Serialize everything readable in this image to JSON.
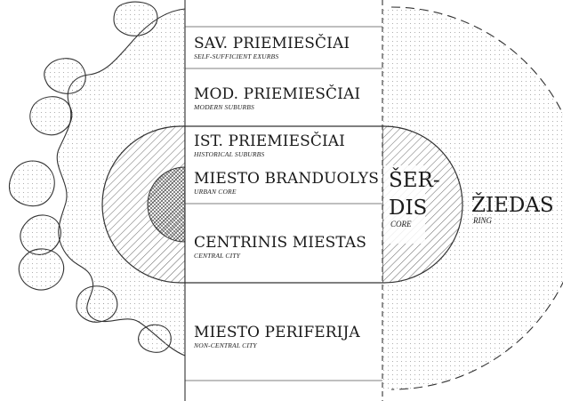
{
  "zones": [
    {
      "main": "SAV. PRIEMIESČIAI",
      "sub": "SELF-SUFFICIENT EXURBS"
    },
    {
      "main": "MOD. PRIEMIESČIAI",
      "sub": "MODERN SUBURBS"
    },
    {
      "main": "IST. PRIEMIESČIAI",
      "sub": "HISTORICAL SUBURBS"
    },
    {
      "main": "MIESTO BRANDUOLYS",
      "sub": "URBAN CORE"
    },
    {
      "main": "CENTRINIS MIESTAS",
      "sub": "CENTRAL CITY"
    },
    {
      "main": "MIESTO PERIFERIJA",
      "sub": "NON-CENTRAL CITY"
    }
  ],
  "core": {
    "line1": "ŠER-",
    "line2": "DIS",
    "sub": "CORE"
  },
  "ring": {
    "main": "ŽIEDAS",
    "sub": "RING"
  },
  "colors": {
    "ink": "#333333",
    "dots": "#9a9a9a",
    "hatch": "#555555"
  }
}
